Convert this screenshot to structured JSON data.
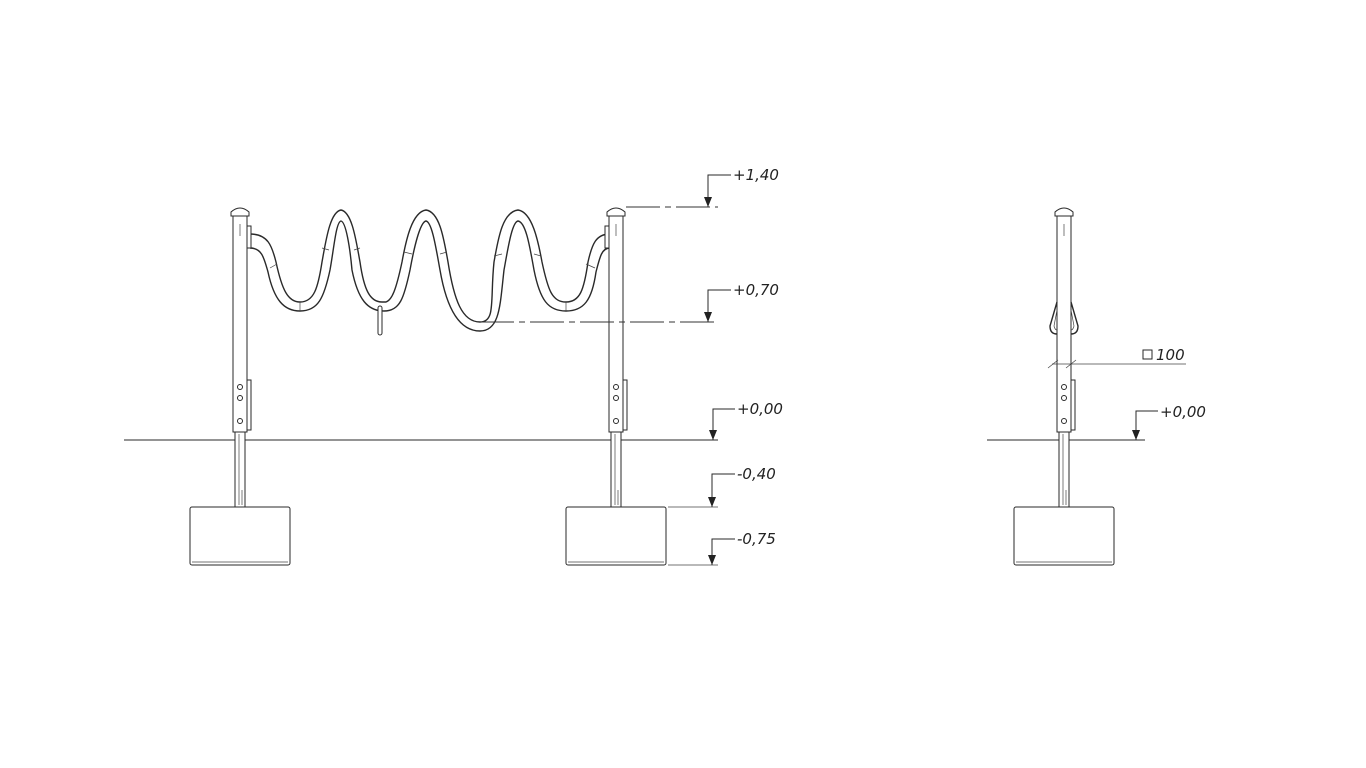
{
  "front_view": {
    "levels": {
      "top": "+1,40",
      "loop_bottom": "+0,70",
      "ground": "+0,00",
      "footing_top": "-0,40",
      "footing_bottom": "-0,75"
    }
  },
  "side_view": {
    "section_label": "100",
    "levels": {
      "ground": "+0,00"
    }
  },
  "colors": {
    "line": "#2a2a2a",
    "background": "#ffffff"
  }
}
